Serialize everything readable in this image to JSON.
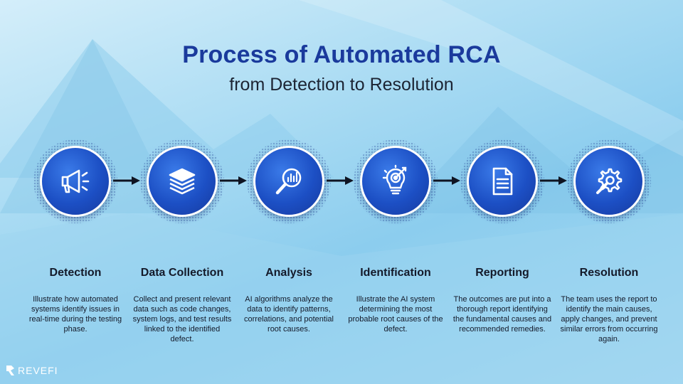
{
  "title": "Process of Automated RCA",
  "subtitle": "from Detection to Resolution",
  "steps": [
    {
      "name": "Detection",
      "icon": "megaphone-icon",
      "description": "Illustrate how automated systems identify issues in real-time during the testing phase."
    },
    {
      "name": "Data Collection",
      "icon": "layers-icon",
      "description": "Collect and present relevant data such as code changes, system logs, and test results linked to the identified defect."
    },
    {
      "name": "Analysis",
      "icon": "magnifier-chart-icon",
      "description": "AI algorithms analyze the data to identify patterns, correlations, and potential root causes."
    },
    {
      "name": "Identification",
      "icon": "target-bulb-icon",
      "description": "Illustrate the AI system determining the most probable root causes of the defect."
    },
    {
      "name": "Reporting",
      "icon": "document-icon",
      "description": "The outcomes are put into a thorough report identifying the fundamental causes and recommended remedies."
    },
    {
      "name": "Resolution",
      "icon": "gear-wrench-icon",
      "description": "The team uses the report to identify the main causes, apply changes, and prevent similar errors from occurring again."
    }
  ],
  "logo": {
    "text": "REVEFI"
  },
  "colors": {
    "title": "#1a3a9c",
    "circle": "#1c4fc4",
    "arrow": "#0f1422"
  }
}
